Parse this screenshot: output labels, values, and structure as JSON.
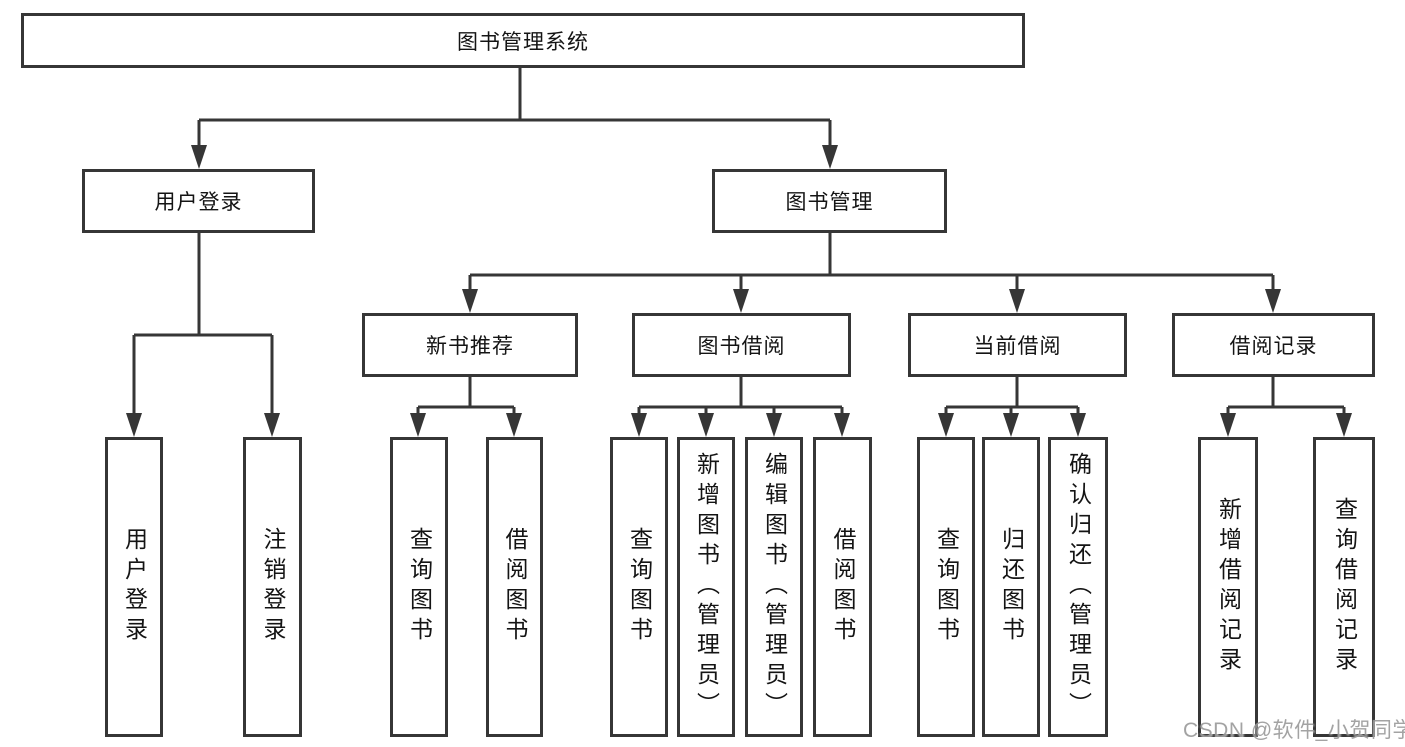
{
  "tree": {
    "root": {
      "label": "图书管理系统"
    },
    "branches": [
      {
        "label": "用户登录",
        "children": [
          {
            "label": "用户登录"
          },
          {
            "label": "注销登录"
          }
        ]
      },
      {
        "label": "图书管理",
        "children": [
          {
            "label": "新书推荐",
            "children": [
              {
                "label": "查询图书"
              },
              {
                "label": "借阅图书"
              }
            ]
          },
          {
            "label": "图书借阅",
            "children": [
              {
                "label": "查询图书"
              },
              {
                "label": "新增图书（管理员）"
              },
              {
                "label": "编辑图书（管理员）"
              },
              {
                "label": "借阅图书"
              }
            ]
          },
          {
            "label": "当前借阅",
            "children": [
              {
                "label": "查询图书"
              },
              {
                "label": "归还图书"
              },
              {
                "label": "确认归还（管理员）"
              }
            ]
          },
          {
            "label": "借阅记录",
            "children": [
              {
                "label": "新增借阅记录"
              },
              {
                "label": "查询借阅记录"
              }
            ]
          }
        ]
      }
    ]
  },
  "watermark": {
    "text": "CSDN @软件_小贺同学"
  },
  "colors": {
    "line": "#363636",
    "box_border": "#363636",
    "text": "#141414",
    "watermark": "#969696",
    "background": "#ffffff"
  }
}
